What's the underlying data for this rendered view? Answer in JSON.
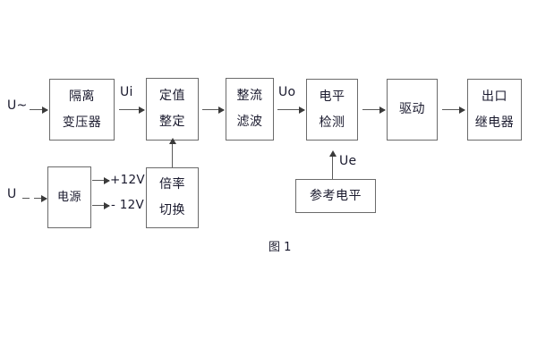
{
  "diagram": {
    "caption": "图 1",
    "blocks": [
      {
        "id": "isolation-transformer",
        "lines": [
          "隔离",
          "变压器"
        ]
      },
      {
        "id": "setting-value",
        "lines": [
          "定值",
          "整定"
        ]
      },
      {
        "id": "rectify-filter",
        "lines": [
          "整流",
          "滤波"
        ]
      },
      {
        "id": "level-detection",
        "lines": [
          "电平",
          "检测"
        ]
      },
      {
        "id": "drive",
        "lines": [
          "驱动"
        ]
      },
      {
        "id": "output-relay",
        "lines": [
          "出口",
          "继电器"
        ]
      },
      {
        "id": "power-supply",
        "lines": [
          "电源"
        ]
      },
      {
        "id": "multiplier-switch",
        "lines": [
          "倍率",
          "切换"
        ]
      },
      {
        "id": "reference-level",
        "lines": [
          "参考电平"
        ]
      }
    ],
    "labels": {
      "ac_input": "U~",
      "dc_input": "U",
      "ui": "Ui",
      "uo": "Uo",
      "ue": "Ue",
      "plus12v": "+12V",
      "minus12v": "- 12V"
    },
    "colors": {
      "border": "#6b6b6b",
      "text": "#1a1a2e",
      "arrow": "#3a3a3a",
      "background": "#ffffff"
    }
  }
}
